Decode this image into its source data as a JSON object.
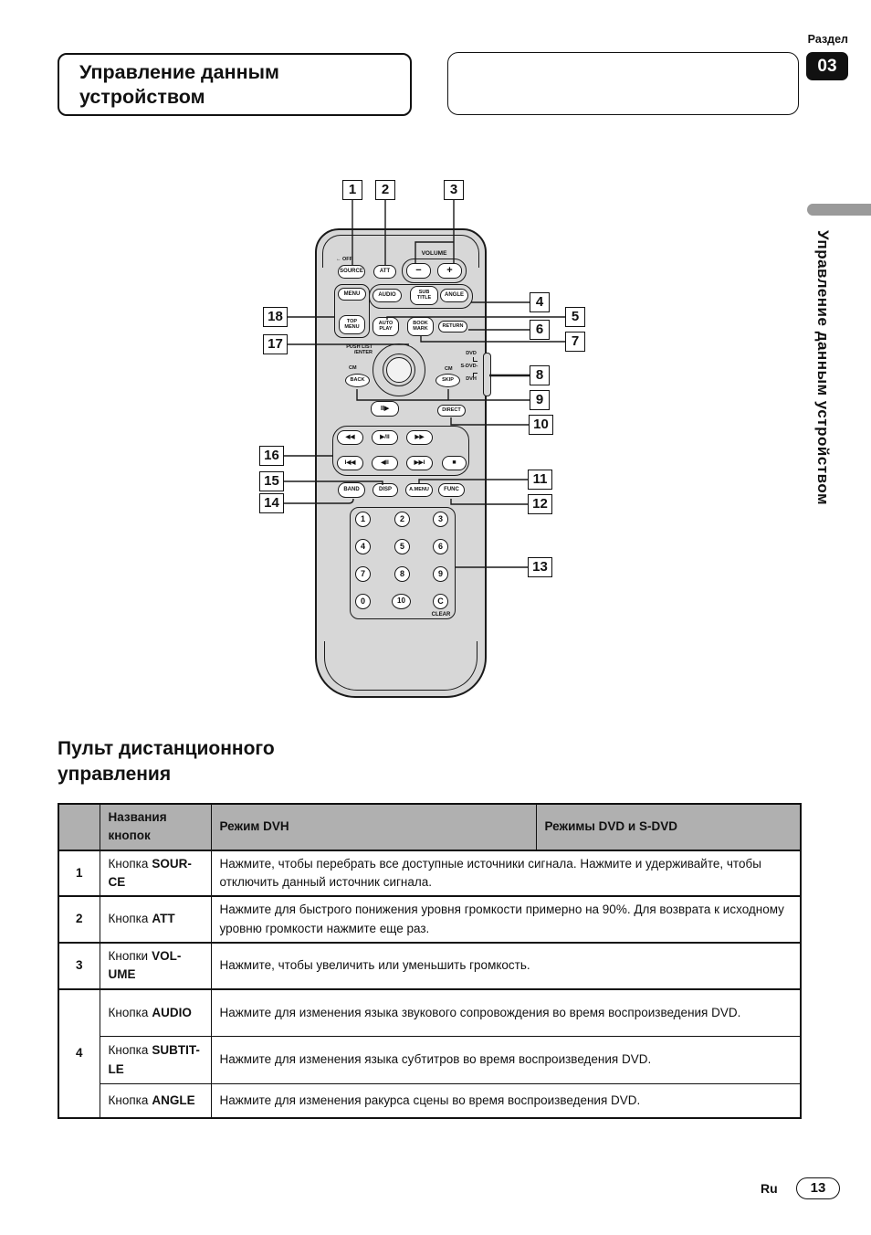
{
  "header": {
    "section_label": "Раздел",
    "section_number": "03",
    "title": "Управление данным устройством"
  },
  "sidebar": {
    "vertical_text": "Управление данным устройством"
  },
  "remote": {
    "callouts": [
      "1",
      "2",
      "3",
      "4",
      "5",
      "6",
      "7",
      "8",
      "9",
      "10",
      "11",
      "12",
      "13",
      "14",
      "15",
      "16",
      "17",
      "18"
    ],
    "labels": {
      "off": "← OFF",
      "volume": "VOLUME",
      "push_list": "PUSH LIST\n/ENTER",
      "cm_left": "CM",
      "cm_right": "CM",
      "mode_dvd": "DVD",
      "mode_sdvd": "S-DVD-",
      "mode_dvh": "DVH",
      "clear": "CLEAR"
    },
    "buttons": {
      "source": "SOURCE",
      "att": "ATT",
      "vol_minus": "−",
      "vol_plus": "+",
      "menu": "MENU",
      "top_menu": "TOP\nMENU",
      "audio": "AUDIO",
      "sub_title": "SUB\nTITLE",
      "angle": "ANGLE",
      "auto_play": "AUTO\nPLAY",
      "book_mark": "BOOK\nMARK",
      "return": "RETURN",
      "back": "BACK",
      "skip": "SKIP",
      "step": "II▶",
      "rew": "◀◀",
      "play_pause": "▶/II",
      "ff": "▶▶",
      "prev": "I◀◀",
      "step_back": "◀II",
      "next": "▶▶I",
      "stop": "■",
      "direct": "DIRECT",
      "band": "BAND",
      "disp": "DISP",
      "a_menu": "A.MENU",
      "func": "FUNC"
    },
    "digits": [
      "1",
      "2",
      "3",
      "4",
      "5",
      "6",
      "7",
      "8",
      "9",
      "0",
      "10",
      "C"
    ]
  },
  "section": {
    "heading": "Пульт дистанционного управления"
  },
  "table": {
    "headers": {
      "names": "Названия кнопок",
      "dvh": "Режим DVH",
      "dvd": "Режимы DVD и S-DVD"
    },
    "rows": [
      {
        "num": "1",
        "prefix": "Кнопка",
        "name": "SOUR-CE",
        "desc": "Нажмите, чтобы перебрать все доступные источники сигнала. Нажмите и удерживайте, чтобы отключить данный источник сигнала."
      },
      {
        "num": "2",
        "prefix": "Кнопка",
        "name": "ATT",
        "desc": "Нажмите для быстрого понижения уровня громкости примерно на 90%. Для возврата к исходному уровню громкости нажмите еще раз."
      },
      {
        "num": "3",
        "prefix": "Кнопки",
        "name": "VOL-UME",
        "desc": "Нажмите, чтобы увеличить или уменьшить громкость."
      },
      {
        "num": "4",
        "prefix": "Кнопка",
        "name": "AUDIO",
        "desc": "Нажмите для изменения языка звукового сопровождения во время воспроизведения DVD."
      },
      {
        "num": "",
        "prefix": "Кнопка",
        "name": "SUBTIT-LE",
        "desc": "Нажмите для изменения языка субтитров во время воспроизведения DVD."
      },
      {
        "num": "",
        "prefix": "Кнопка",
        "name": "ANGLE",
        "desc": "Нажмите для изменения ракурса сцены во время воспроизведения DVD."
      }
    ]
  },
  "footer": {
    "lang": "Ru",
    "page_number": "13"
  },
  "colors": {
    "header_gray": "#b0b0b0",
    "remote_body": "#d7d7d7",
    "badge_bg": "#111111"
  }
}
